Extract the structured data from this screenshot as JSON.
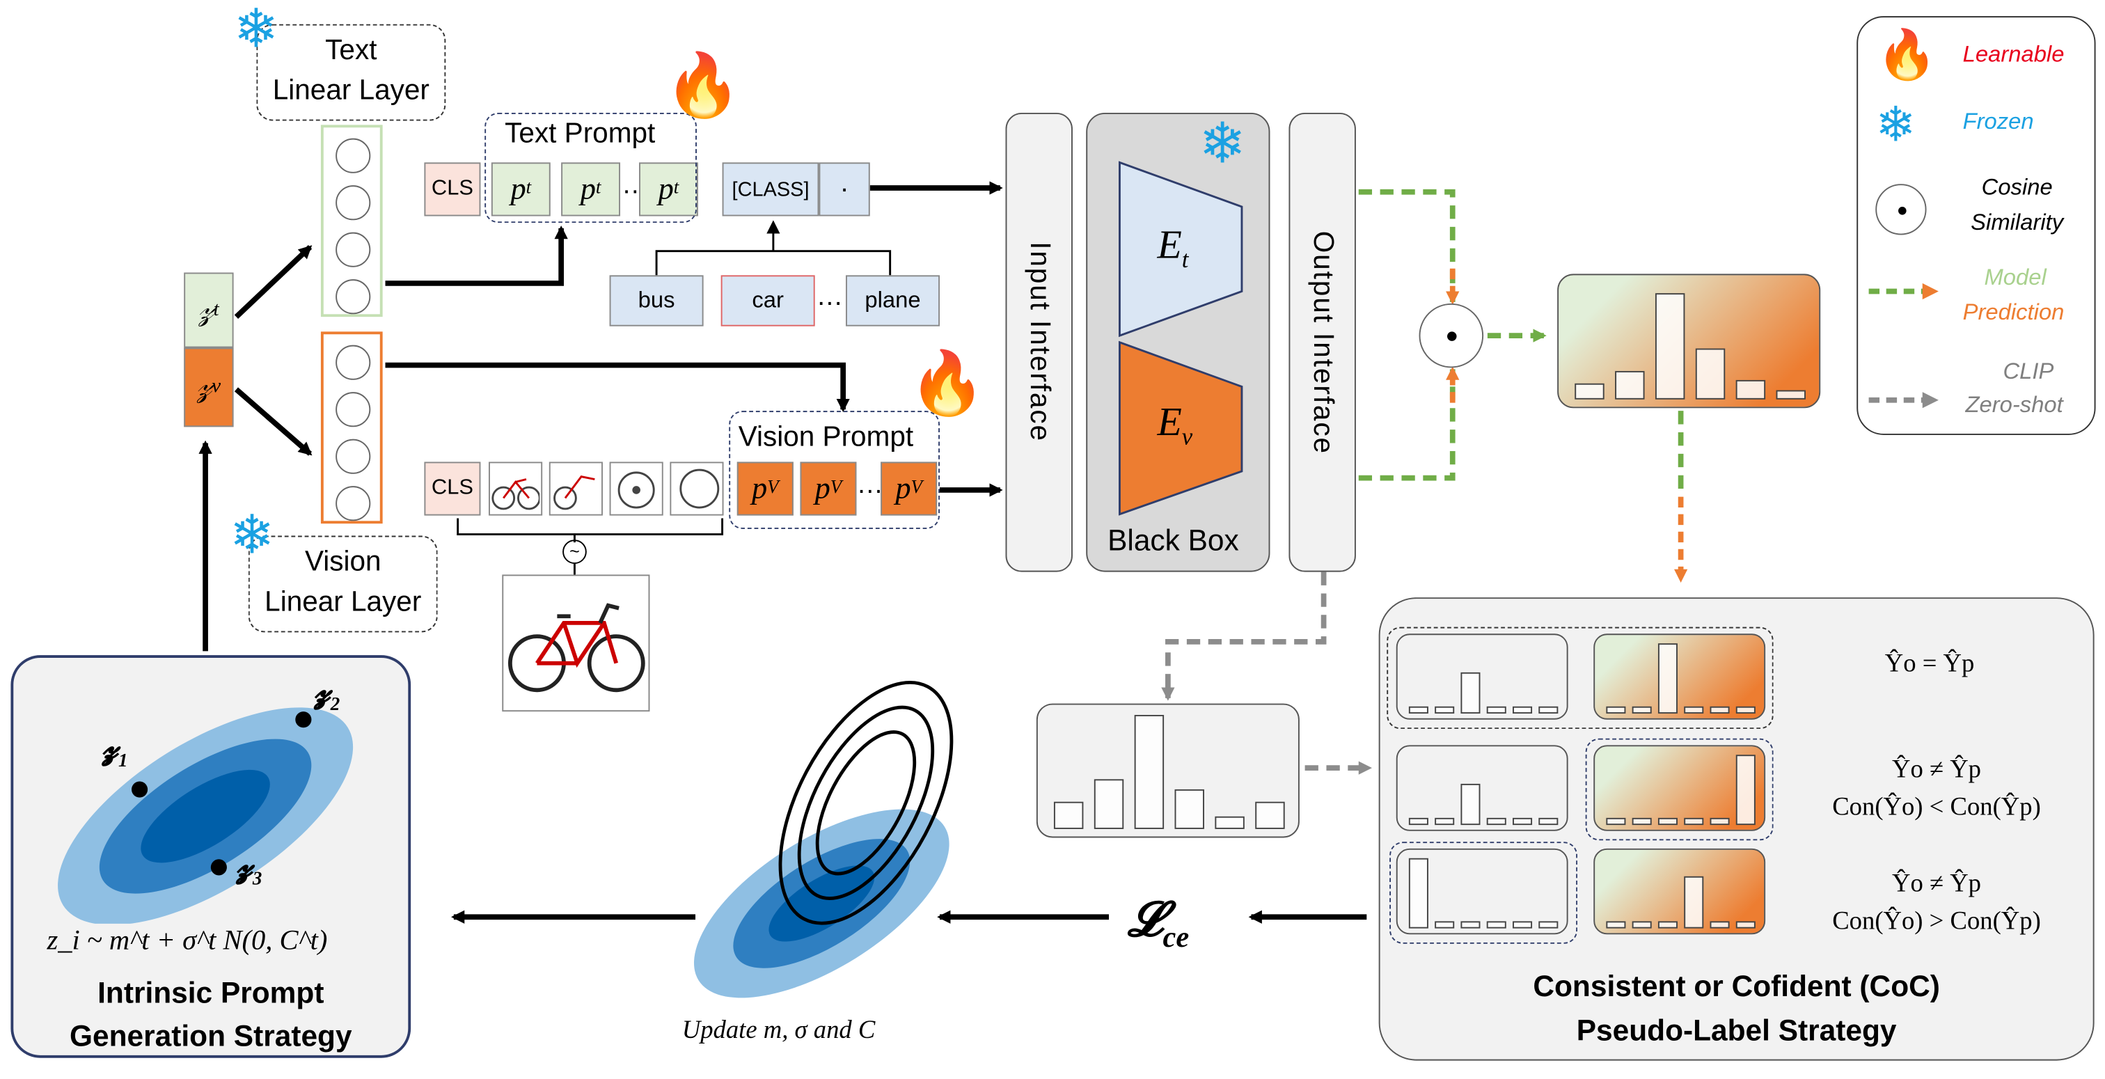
{
  "text_linear_layer": "Text\nLinear Layer",
  "vision_linear_layer": "Vision\nLinear Layer",
  "latent_text": "z_t",
  "latent_vision": "z_v",
  "text_prompt_label": "Text Prompt",
  "vision_prompt_label": "Vision Prompt",
  "cls_token": "CLS",
  "text_prompt_tokens": [
    "p_t",
    "p_t",
    "p_t"
  ],
  "vision_prompt_tokens": [
    "p_V",
    "p_V",
    "p_V"
  ],
  "ellipsis": "…",
  "class_token": "[CLASS]",
  "dot_token": "·",
  "class_names": [
    "bus",
    "car",
    "plane"
  ],
  "tilde": "~",
  "input_interface": "Input  Interface",
  "output_interface": "Output  Interface",
  "black_box": "Black Box",
  "encoder_text": "E_t",
  "encoder_vision": "E_v",
  "legend": {
    "learnable": "Learnable",
    "frozen": "Frozen",
    "cosine": "Cosine\nSimilarity",
    "model_prediction_1": "Model",
    "model_prediction_2": "Prediction",
    "clip_zero_shot_1": "CLIP",
    "clip_zero_shot_2": "Zero-shot"
  },
  "colors": {
    "learnable": "#e8001c",
    "frozen": "#1ba1e2",
    "model_green": "#a9d18e",
    "model_orange": "#ed7d31",
    "clip_gray": "#7f7f7f",
    "arrow_green": "#70ad47",
    "arrow_orange": "#ed7d31",
    "arrow_gray": "#8c8c8c"
  },
  "z_points": [
    "z1",
    "z2",
    "z3"
  ],
  "sampling_formula": "z_i ~ m^t + σ^t N(0, C^t)",
  "intrinsic_title": "Intrinsic Prompt\nGeneration Strategy",
  "update_label": "Update m, σ and C",
  "loss_label": "L_ce",
  "coc_title": "Consistent or Cofident (CoC)\nPseudo-Label Strategy",
  "coc_row1": "Ŷo = Ŷp",
  "coc_row2_a": "Ŷo ≠ Ŷp",
  "coc_row2_b": "Con(Ŷo) < Con(Ŷp)",
  "coc_row3_a": "Ŷo ≠ Ŷp",
  "coc_row3_b": "Con(Ŷo) > Con(Ŷp)",
  "histograms": {
    "model_prediction": [
      0.13,
      0.24,
      0.93,
      0.44,
      0.16,
      0.07
    ],
    "clip_zero_shot": [
      0.23,
      0.43,
      1.0,
      0.34,
      0.1,
      0.23
    ],
    "coc_row1_clip": [
      0.08,
      0.08,
      0.55,
      0.08,
      0.08,
      0.08
    ],
    "coc_row1_model": [
      0.08,
      0.08,
      0.95,
      0.08,
      0.08,
      0.08
    ],
    "coc_row2_clip": [
      0.08,
      0.08,
      0.55,
      0.08,
      0.08,
      0.08
    ],
    "coc_row2_model": [
      0.08,
      0.08,
      0.08,
      0.08,
      0.08,
      0.95
    ],
    "coc_row3_clip": [
      0.95,
      0.08,
      0.08,
      0.08,
      0.08,
      0.08
    ],
    "coc_row3_model": [
      0.08,
      0.08,
      0.08,
      0.7,
      0.08,
      0.08
    ]
  }
}
